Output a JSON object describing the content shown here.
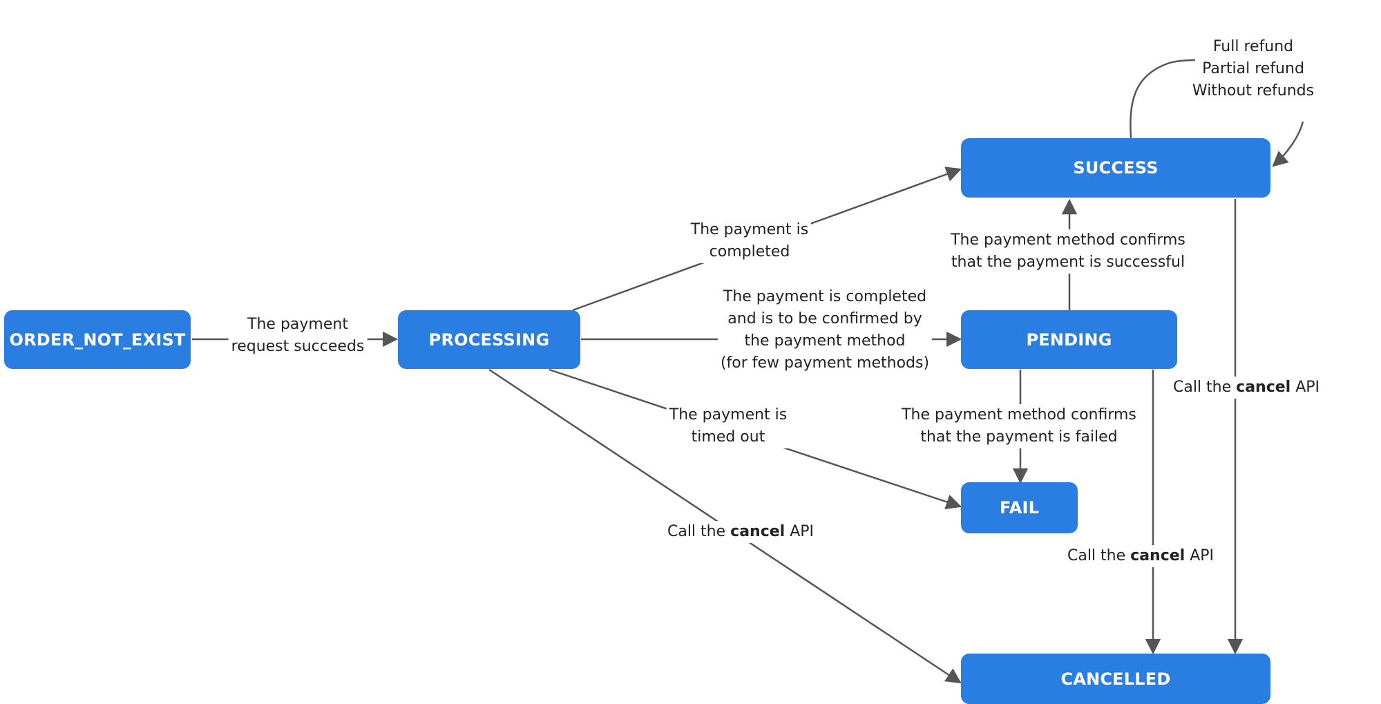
{
  "diagram": {
    "states": {
      "order_not_exist": "ORDER_NOT_EXIST",
      "processing": "PROCESSING",
      "success": "SUCCESS",
      "pending": "PENDING",
      "fail": "FAIL",
      "cancelled": "CANCELLED"
    },
    "transitions": {
      "request_succeeds": [
        "The payment",
        "request succeeds"
      ],
      "payment_completed": [
        "The payment is",
        "completed"
      ],
      "completed_to_confirm": [
        "The payment is completed",
        "and is to be confirmed by",
        "the payment method",
        "(for few payment methods)"
      ],
      "timed_out": [
        "The payment is",
        "timed out"
      ],
      "confirms_success": [
        "The payment method confirms",
        "that the payment is successful"
      ],
      "confirms_failed": [
        "The payment method confirms",
        "that the payment is failed"
      ],
      "refunds": [
        "Full refund",
        "Partial refund",
        "Without refunds"
      ],
      "cancel_prefix": "Call the",
      "cancel_keyword": "cancel",
      "cancel_suffix": "API"
    }
  },
  "colors": {
    "node_fill": "#2a7de1",
    "node_text": "#ffffff",
    "edge": "#555555",
    "label_text": "#222222"
  }
}
